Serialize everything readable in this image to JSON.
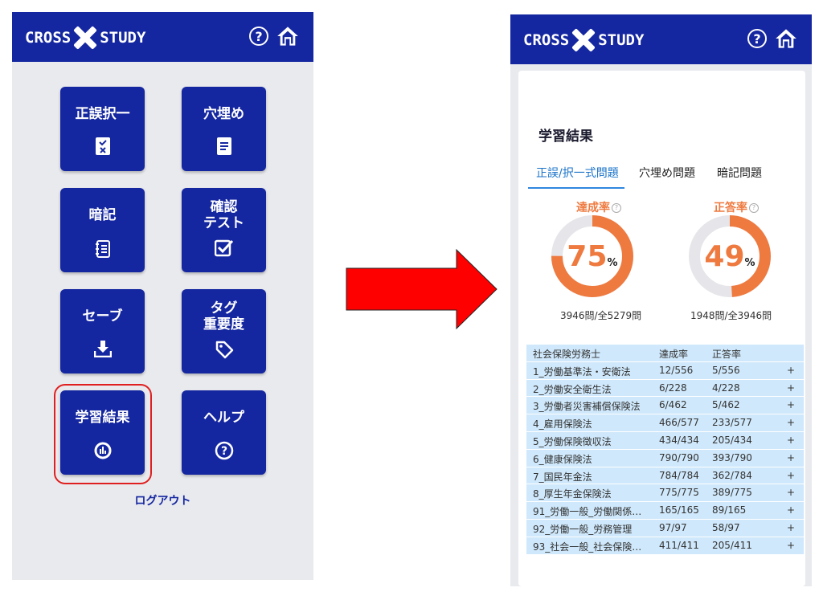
{
  "brand": {
    "left": "CROSS",
    "right": "STUDY"
  },
  "menu": {
    "tiles": [
      {
        "label": "正誤択一",
        "icon": "checklist-icon"
      },
      {
        "label": "穴埋め",
        "icon": "document-icon"
      },
      {
        "label": "暗記",
        "icon": "notebook-icon"
      },
      {
        "label": "確認\nテスト",
        "icon": "checkbox-icon"
      },
      {
        "label": "セーブ",
        "icon": "download-icon"
      },
      {
        "label": "タグ\n重要度",
        "icon": "tag-icon"
      },
      {
        "label": "学習結果",
        "icon": "chart-icon"
      },
      {
        "label": "ヘルプ",
        "icon": "help-icon"
      }
    ],
    "logout": "ログアウト"
  },
  "results": {
    "title": "学習結果",
    "tabs": [
      "正誤/択一式問題",
      "穴埋め問題",
      "暗記問題"
    ],
    "active_tab": 0,
    "achievement": {
      "label": "達成率",
      "value": "75",
      "unit": "%",
      "count": "3946問/全5279問",
      "fraction": 0.75
    },
    "accuracy": {
      "label": "正答率",
      "value": "49",
      "unit": "%",
      "count": "1948問/全3946問",
      "fraction": 0.49
    },
    "table": {
      "headers": [
        "社会保険労務士",
        "達成率",
        "正答率",
        ""
      ],
      "rows": [
        [
          "1_労働基準法・安衛法",
          "12/556",
          "5/556",
          "+"
        ],
        [
          "2_労働安全衛生法",
          "6/228",
          "4/228",
          "+"
        ],
        [
          "3_労働者災害補償保険法",
          "6/462",
          "5/462",
          "+"
        ],
        [
          "4_雇用保険法",
          "466/577",
          "233/577",
          "+"
        ],
        [
          "5_労働保険徴収法",
          "434/434",
          "205/434",
          "+"
        ],
        [
          "6_健康保険法",
          "790/790",
          "393/790",
          "+"
        ],
        [
          "7_国民年金法",
          "784/784",
          "362/784",
          "+"
        ],
        [
          "8_厚生年金保険法",
          "775/775",
          "389/775",
          "+"
        ],
        [
          "91_労働一般_労働関係…",
          "165/165",
          "89/165",
          "+"
        ],
        [
          "92_労働一般_労務管理",
          "97/97",
          "58/97",
          "+"
        ],
        [
          "93_社会一般_社会保険…",
          "411/411",
          "205/411",
          "+"
        ]
      ]
    }
  },
  "colors": {
    "brand": "#1527a0",
    "accent": "#ee7a40",
    "highlight": "#e02020",
    "arrow": "#ff0000",
    "table_bg": "#cfe8fb"
  }
}
